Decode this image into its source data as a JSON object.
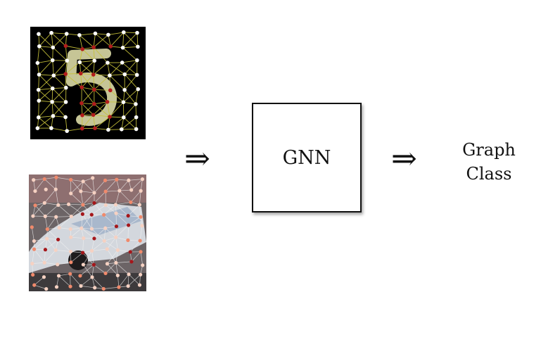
{
  "diagram": {
    "gnn_label": "GNN",
    "output_label_line1": "Graph",
    "output_label_line2": "Class",
    "arrow_glyph": "⇒"
  },
  "inputs": [
    {
      "kind": "mnist-digit-graph",
      "background": "#000000",
      "edge_color": "#c7c13a",
      "node_colors": [
        "#ffffff",
        "#b21c1c"
      ]
    },
    {
      "kind": "cifar-image-graph",
      "background": "#6c6466",
      "edge_color": "#f2f2f2",
      "node_colors": [
        "#f6d1c2",
        "#f08a6c",
        "#a5171b"
      ]
    }
  ]
}
